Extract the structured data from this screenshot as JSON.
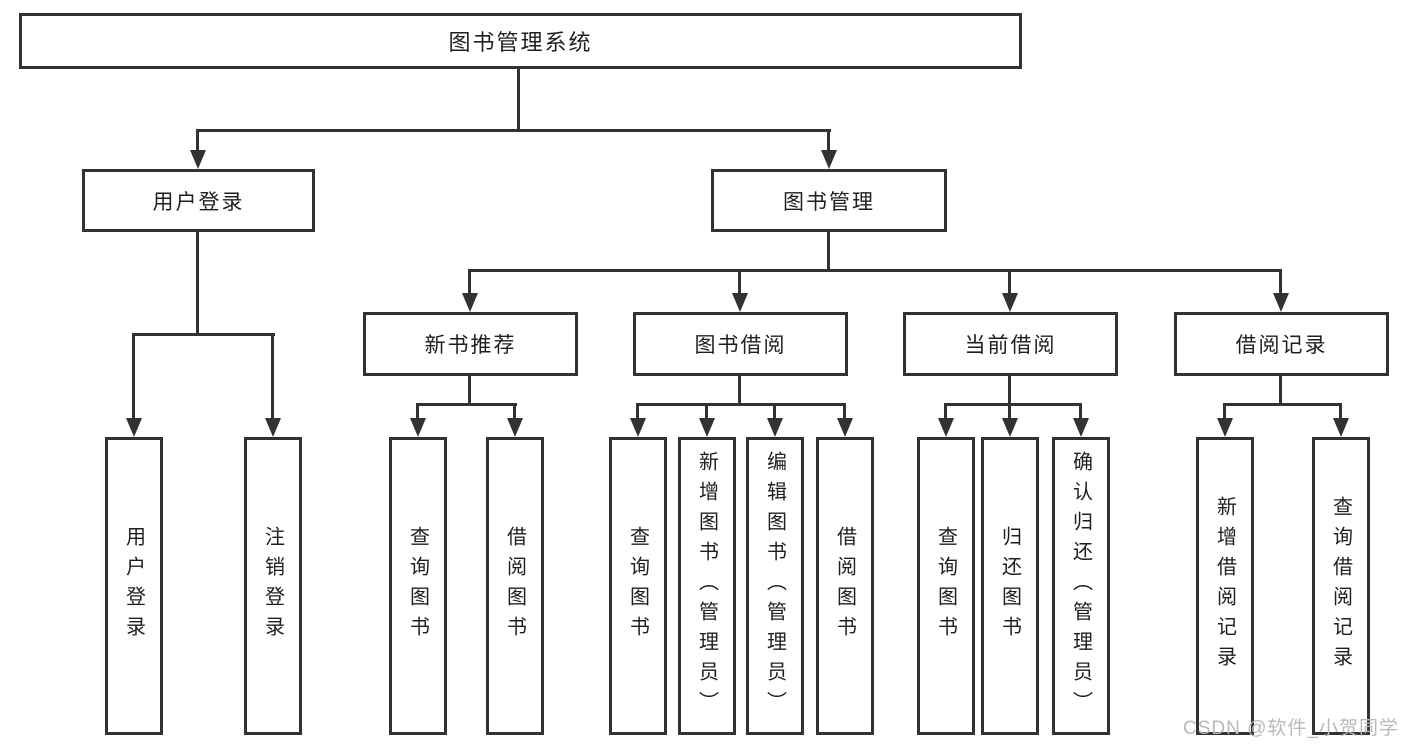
{
  "diagram": {
    "root": "图书管理系统",
    "level2": {
      "login": "用户登录",
      "books": "图书管理"
    },
    "level3": {
      "recommend": "新书推荐",
      "borrow": "图书借阅",
      "current": "当前借阅",
      "records": "借阅记录"
    },
    "leaves": {
      "login": [
        "用户登录",
        "注销登录"
      ],
      "recommend": [
        "查询图书",
        "借阅图书"
      ],
      "borrow": [
        "查询图书",
        "新增图书（管理员）",
        "编辑图书（管理员）",
        "借阅图书"
      ],
      "current": [
        "查询图书",
        "归还图书",
        "确认归还（管理员）"
      ],
      "records": [
        "新增借阅记录",
        "查询借阅记录"
      ]
    }
  },
  "watermark": "CSDN @软件_小贺同学",
  "colors": {
    "line": "#323232",
    "text": "#1f1f1f",
    "watermark": "#b9b9b9",
    "background": "#ffffff"
  }
}
